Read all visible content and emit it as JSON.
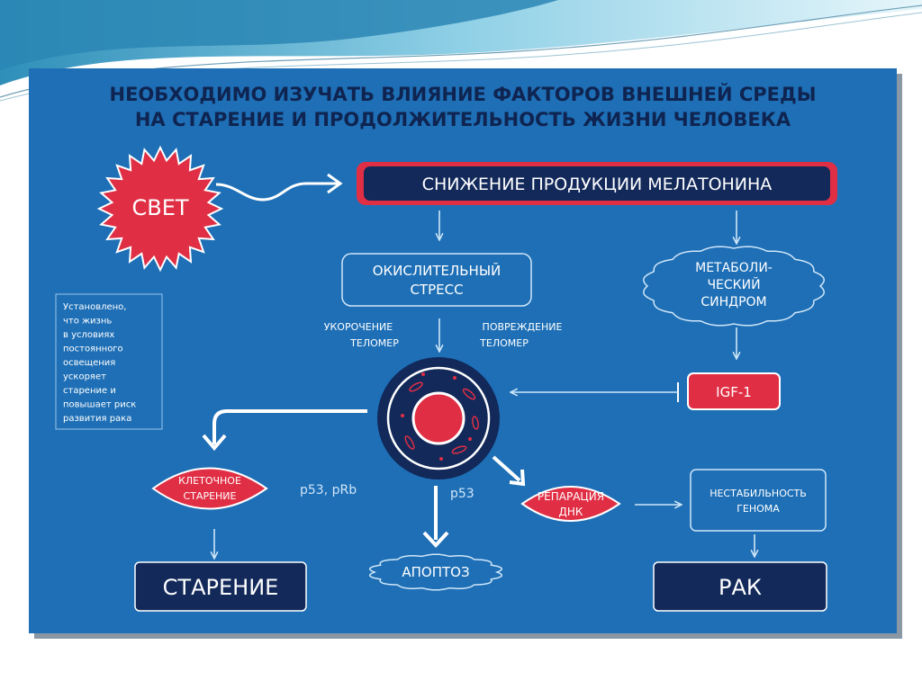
{
  "title": {
    "line1": "НЕОБХОДИМО ИЗУЧАТЬ ВЛИЯНИЕ ФАКТОРОВ ВНЕШНЕЙ СРЕДЫ",
    "line2": "НА СТАРЕНИЕ И ПРОДОЛЖИТЕЛЬНОСТЬ ЖИЗНИ ЧЕЛОВЕКА"
  },
  "nodes": {
    "light": "СВЕТ",
    "melatonin": "СНИЖЕНИЕ ПРОДУКЦИИ МЕЛАТОНИНА",
    "oxidative_1": "ОКИСЛИТЕЛЬНЫЙ",
    "oxidative_2": "СТРЕСС",
    "metabolic_1": "МЕТАБОЛИ-",
    "metabolic_2": "ЧЕСКИЙ",
    "metabolic_3": "СИНДРОМ",
    "shortening_1": "УКОРОЧЕНИЕ",
    "shortening_2": "ТЕЛОМЕР",
    "damage_1": "ПОВРЕЖДЕНИЕ",
    "damage_2": "ТЕЛОМЕР",
    "igf": "IGF-1",
    "cell_aging_1": "КЛЕТОЧНОЕ",
    "cell_aging_2": "СТАРЕНИЕ",
    "p53_prb": "p53, pRb",
    "p53": "p53",
    "dna_repair_1": "РЕПАРАЦИЯ",
    "dna_repair_2": "ДНК",
    "instability_1": "НЕСТАБИЛЬНОСТЬ",
    "instability_2": "ГЕНОМА",
    "aging": "СТАРЕНИЕ",
    "apoptosis": "АПОПТОЗ",
    "cancer": "РАК"
  },
  "note": {
    "lines": [
      "Установлено,",
      "что жизнь",
      "в условиях",
      "постоянного",
      "освещения",
      "ускоряет",
      "старение и",
      "повышает риск",
      "развития рака"
    ]
  },
  "colors": {
    "panel": "#1e6fb6",
    "navy": "#12295a",
    "red": "#e02f45",
    "white": "#ffffff"
  }
}
